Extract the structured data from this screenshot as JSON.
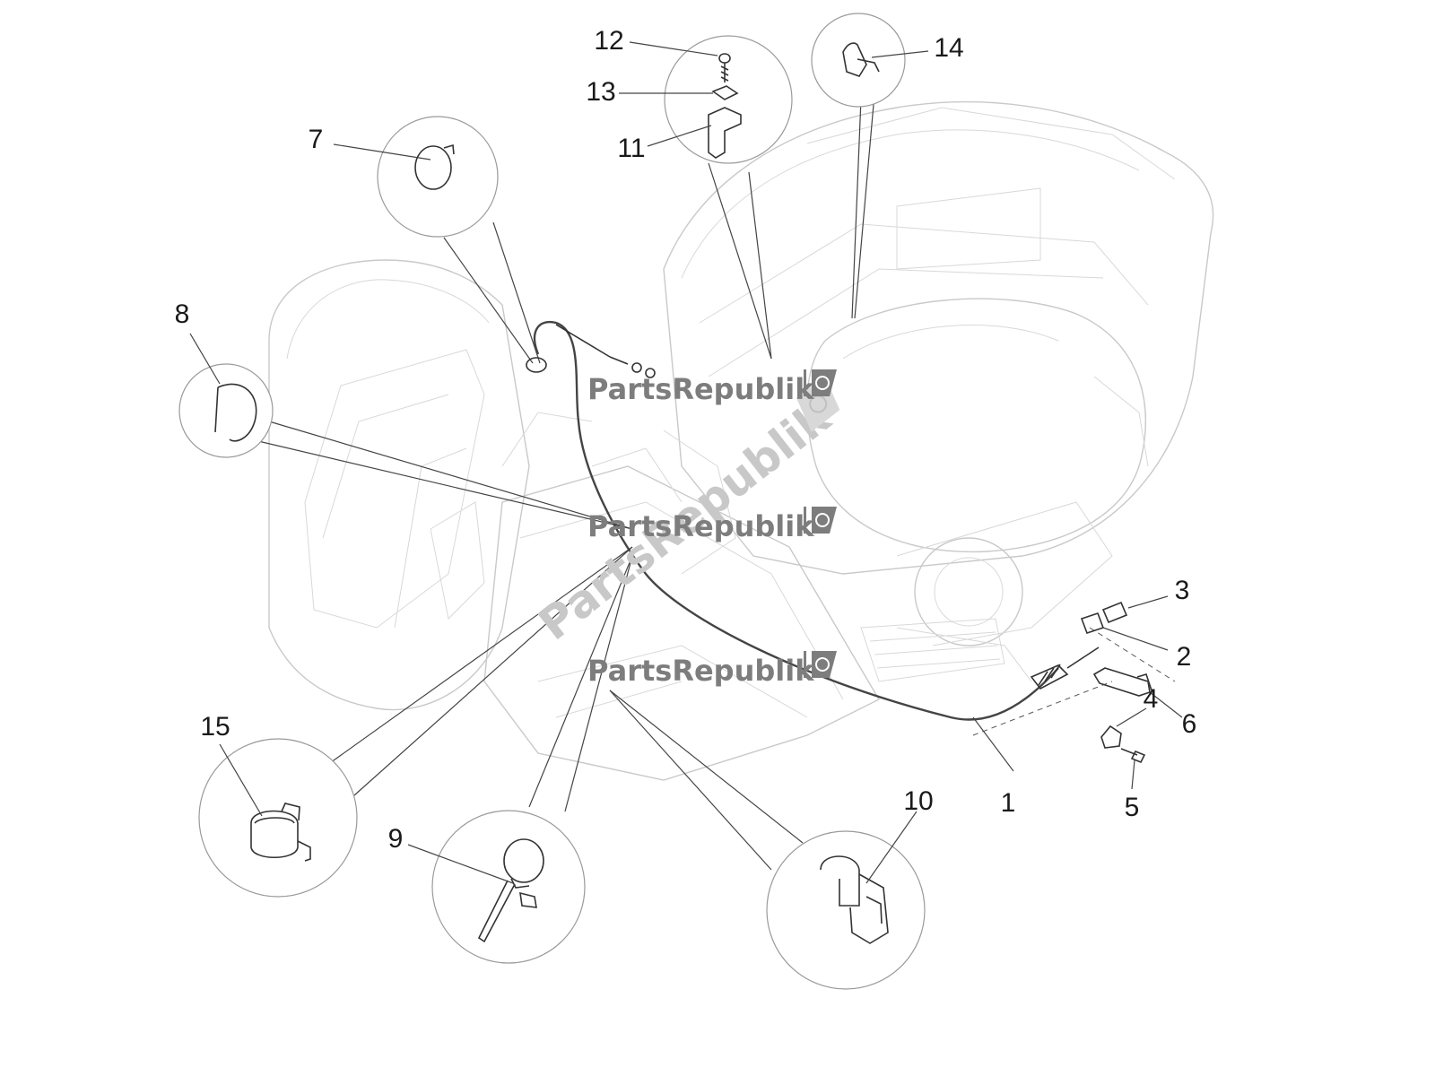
{
  "watermark": {
    "brand": "PartsRepublik",
    "brand_diagonal": "PartsRepublik",
    "color": "#7d7d7d"
  },
  "callouts": [
    {
      "id": "1",
      "label": "1"
    },
    {
      "id": "2",
      "label": "2"
    },
    {
      "id": "3",
      "label": "3"
    },
    {
      "id": "4",
      "label": "4"
    },
    {
      "id": "5",
      "label": "5"
    },
    {
      "id": "6",
      "label": "6"
    },
    {
      "id": "7",
      "label": "7"
    },
    {
      "id": "8",
      "label": "8"
    },
    {
      "id": "9",
      "label": "9"
    },
    {
      "id": "10",
      "label": "10"
    },
    {
      "id": "11",
      "label": "11"
    },
    {
      "id": "12",
      "label": "12"
    },
    {
      "id": "13",
      "label": "13"
    },
    {
      "id": "14",
      "label": "14"
    },
    {
      "id": "15",
      "label": "15"
    }
  ]
}
